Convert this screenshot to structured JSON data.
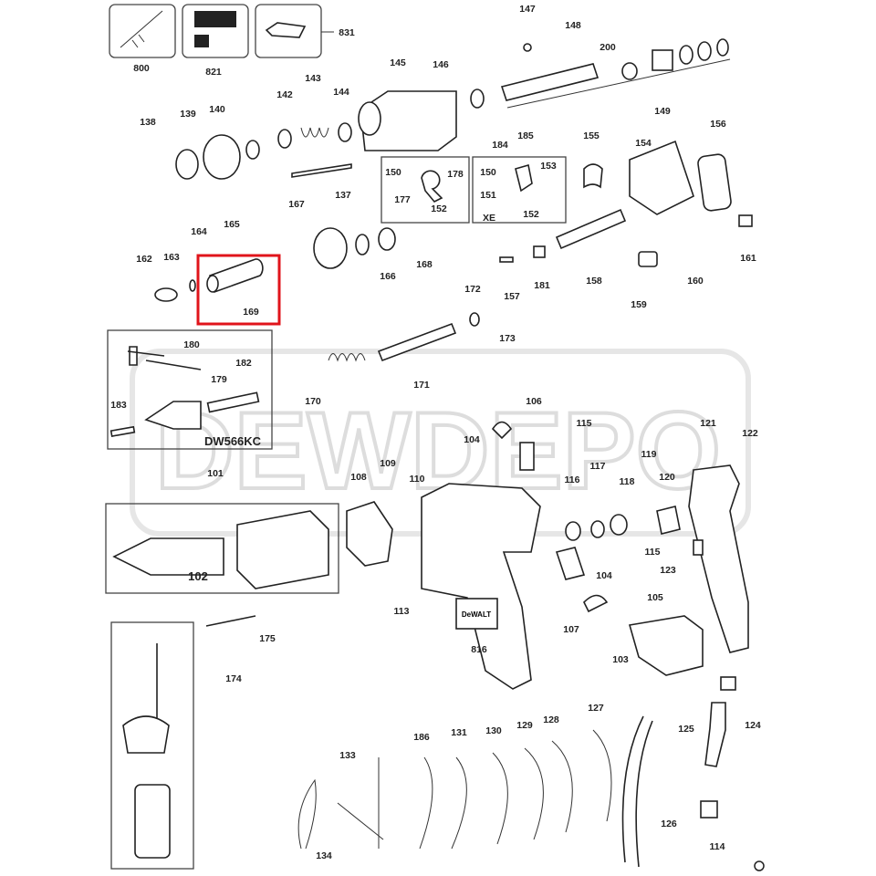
{
  "watermark": "DEWDEPO",
  "badge_text": "DeWALT",
  "kit_label": "DW566KC",
  "xe_label": "XE",
  "highlight_color": "#e0141b",
  "highlighted_part": "169",
  "labels": [
    "800",
    "821",
    "831",
    "147",
    "148",
    "200",
    "145",
    "146",
    "142",
    "143",
    "144",
    "138",
    "139",
    "140",
    "149",
    "184",
    "185",
    "155",
    "154",
    "156",
    "137",
    "150",
    "177",
    "178",
    "152",
    "150",
    "151",
    "153",
    "152",
    "167",
    "164",
    "165",
    "166",
    "168",
    "161",
    "162",
    "163",
    "169",
    "172",
    "173",
    "157",
    "181",
    "158",
    "160",
    "159",
    "180",
    "182",
    "179",
    "183",
    "170",
    "171",
    "106",
    "104",
    "115",
    "109",
    "110",
    "108",
    "101",
    "116",
    "117",
    "118",
    "119",
    "120",
    "121",
    "122",
    "102",
    "113",
    "115",
    "104",
    "123",
    "105",
    "107",
    "816",
    "103",
    "175",
    "174",
    "125",
    "124",
    "127",
    "128",
    "129",
    "130",
    "131",
    "186",
    "133",
    "126",
    "114",
    "134"
  ]
}
